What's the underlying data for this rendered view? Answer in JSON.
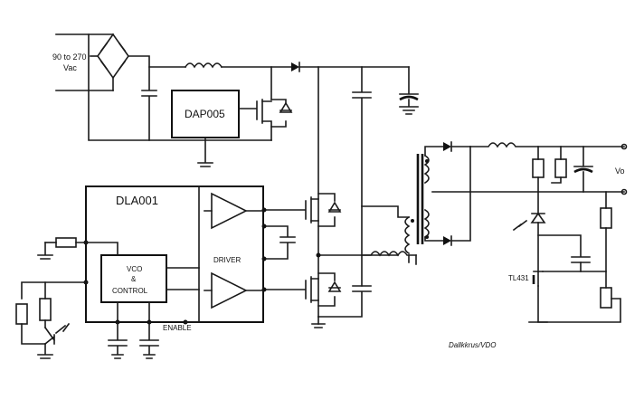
{
  "labels": {
    "input_voltage_line1": "90 to 270",
    "input_voltage_line2": "Vac",
    "dap_chip": "DAP005",
    "dla_chip": "DLA001",
    "vco_line1": "VCO",
    "vco_line2": "&",
    "vco_line3": "CONTROL",
    "driver": "DRIVER",
    "enable": "ENABLE",
    "output": "Vo",
    "regulator": "TL431",
    "credit": "Dallkkrus/VDO"
  }
}
